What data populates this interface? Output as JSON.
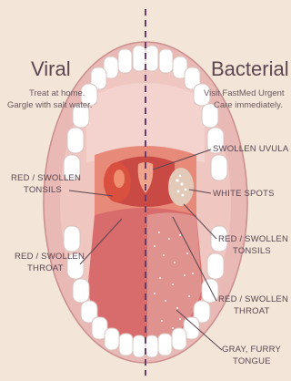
{
  "headings": {
    "viral": "Viral",
    "bacterial": "Bacterial"
  },
  "advice": {
    "viral_line1": "Treat at home.",
    "viral_line2": "Gargle with salt water.",
    "bacterial_line1": "Visit FastMed Urgent",
    "bacterial_line2": "Care immediately."
  },
  "labels": {
    "left_tonsils_1": "RED / SWOLLEN",
    "left_tonsils_2": "TONSILS",
    "left_throat_1": "RED / SWOLLEN",
    "left_throat_2": "THROAT",
    "uvula": "SWOLLEN UVULA",
    "white_spots": "WHITE SPOTS",
    "right_tonsils_1": "RED / SWOLLEN",
    "right_tonsils_2": "TONSILS",
    "right_throat_1": "RED / SWOLLEN",
    "right_throat_2": "THROAT",
    "tongue_1": "GRAY, FURRY",
    "tongue_2": "TONGUE"
  },
  "colors": {
    "background": "#f3e6d8",
    "lips": "#e9b9b5",
    "mouth_interior": "#f0c6c1",
    "throat": "#e88a79",
    "tongue": "#d86c6c",
    "teeth": "#ffffff",
    "divider": "#6a3d6b",
    "text": "#5a4550"
  }
}
